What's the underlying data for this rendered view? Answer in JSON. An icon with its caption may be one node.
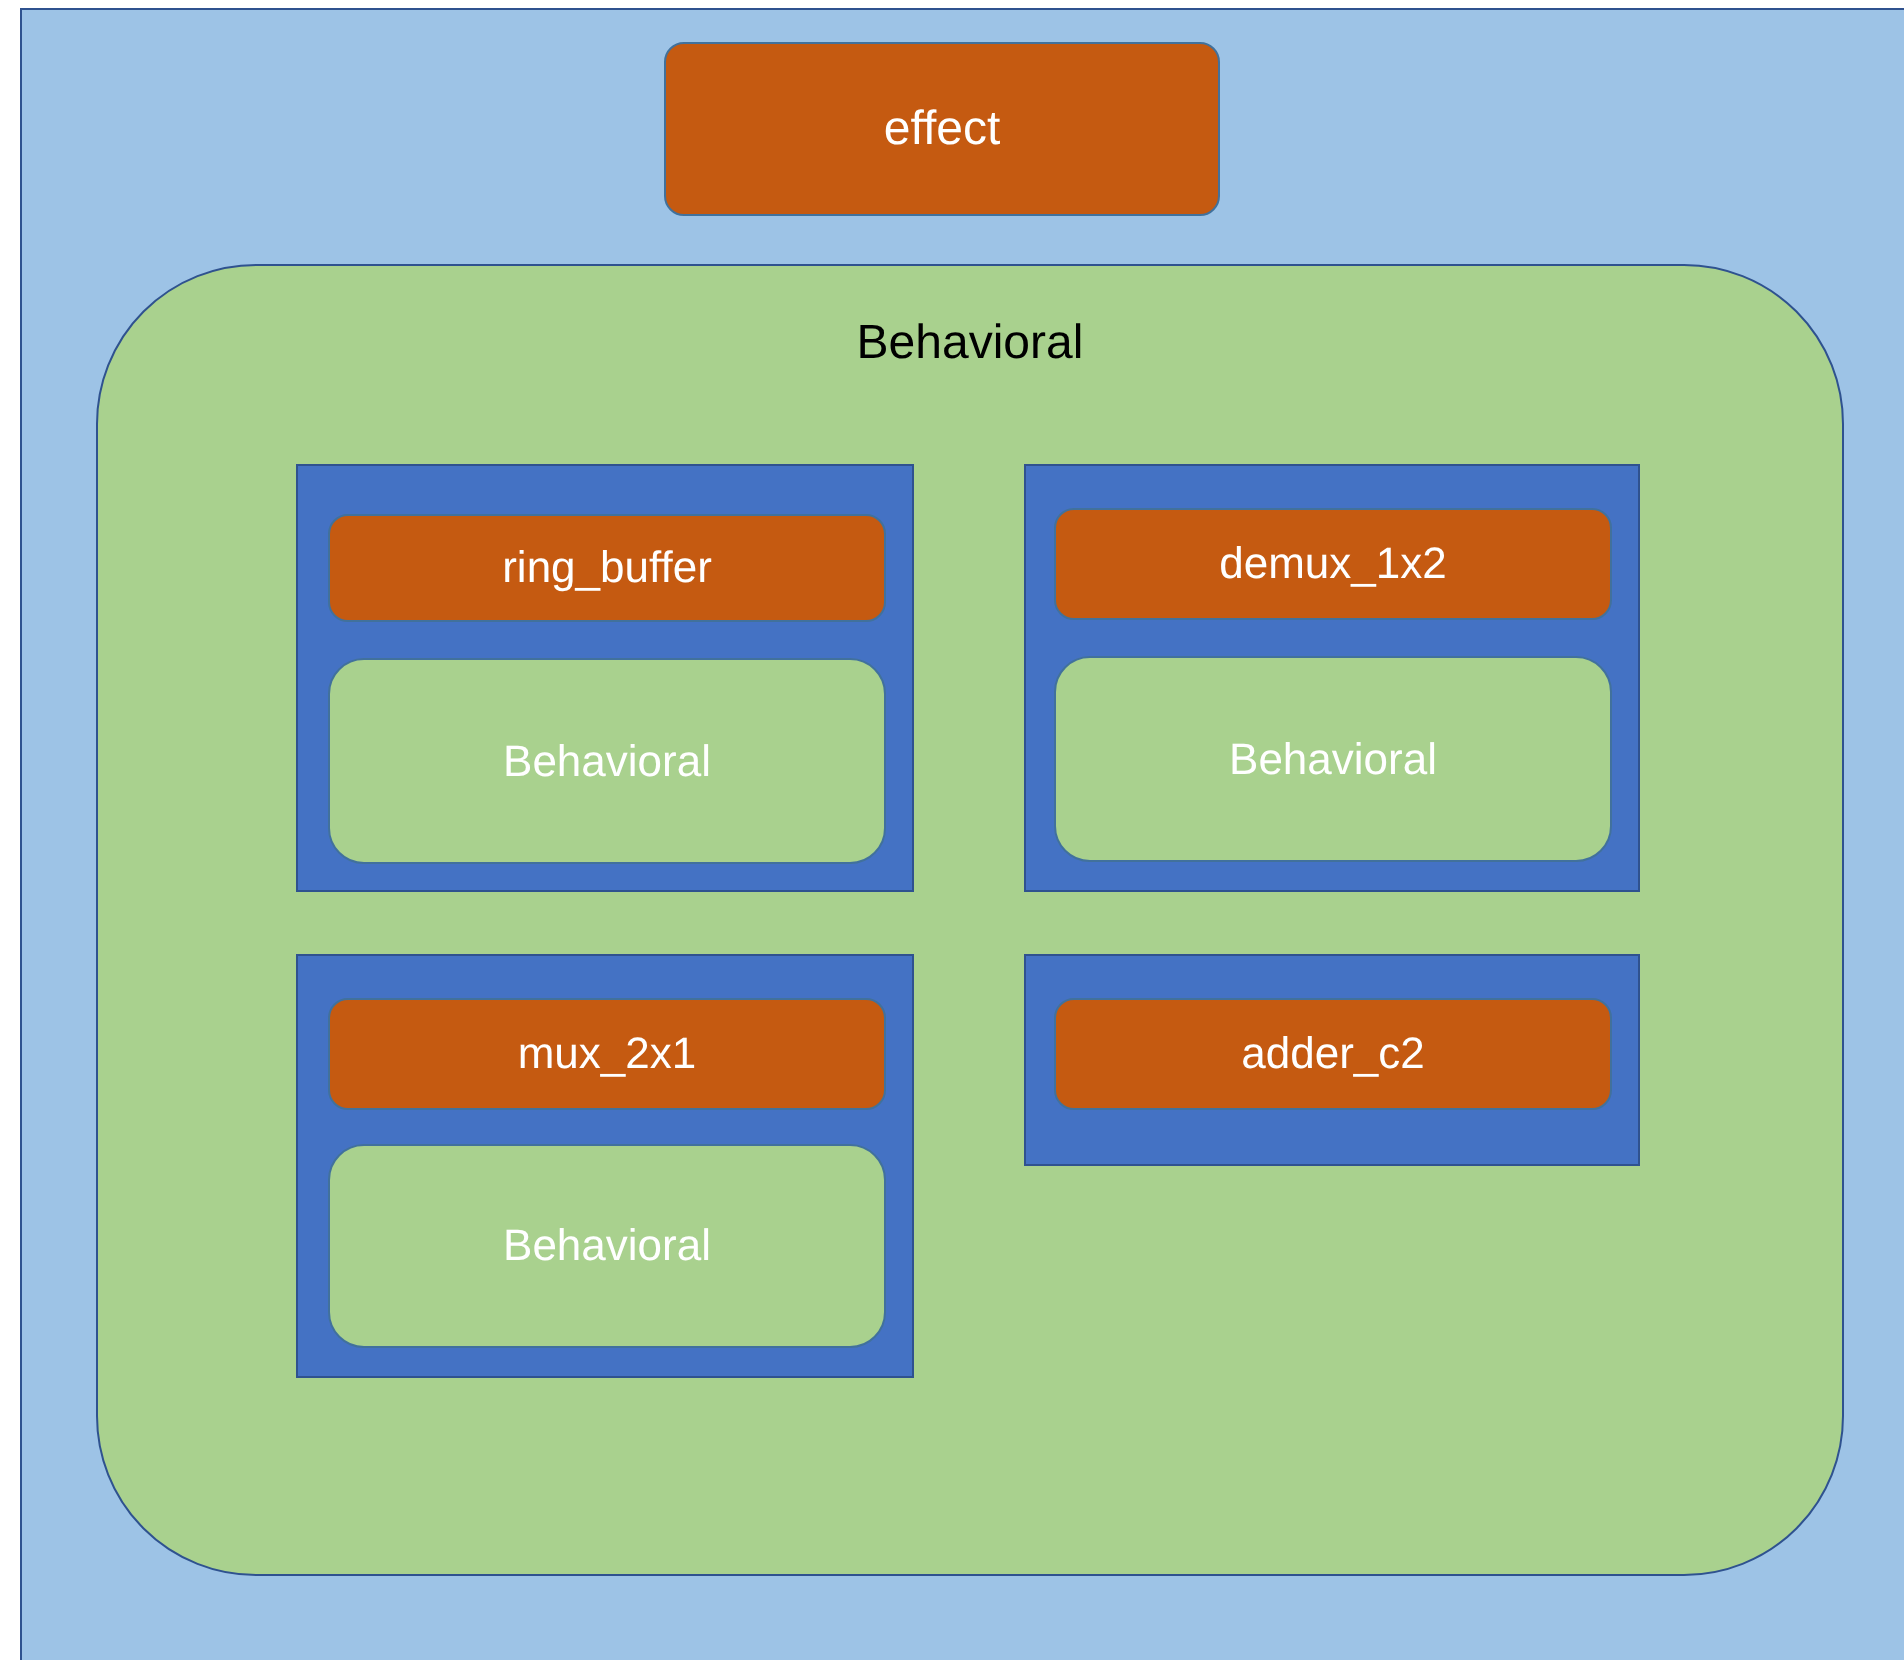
{
  "diagram": {
    "nodes": [
      {
        "text": [],
        "shape": "box"
      },
      {
        "text": [
          "effect"
        ],
        "in": 0
      },
      {
        "text": [
          "Behavioral"
        ],
        "in": 0
      },
      {
        "text": [],
        "shape": "box",
        "in": 2
      },
      {
        "text": [
          "ring_buffer"
        ],
        "in": 3
      },
      {
        "text": [
          "Behavioral"
        ],
        "in": 3
      },
      {
        "text": [],
        "shape": "box",
        "in": 2
      },
      {
        "text": [
          "demux_1x2"
        ],
        "in": 6
      },
      {
        "text": [
          "Behavioral"
        ],
        "in": 6
      },
      {
        "text": [],
        "shape": "box",
        "in": 2
      },
      {
        "text": [
          "mux_2x1"
        ],
        "in": 9
      },
      {
        "text": [
          "Behavioral"
        ],
        "in": 9
      },
      {
        "text": [],
        "shape": "box",
        "in": 2
      },
      {
        "text": [
          "adder_c2"
        ],
        "in": 12
      }
    ]
  }
}
